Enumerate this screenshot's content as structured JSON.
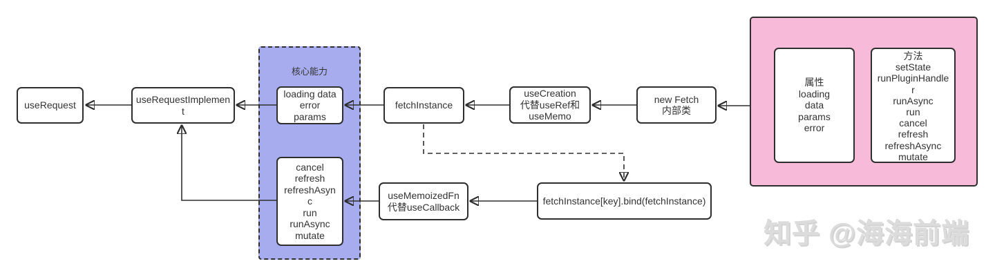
{
  "colors": {
    "purple_region": "#a6acee",
    "pink_region": "#f8bad9",
    "border": "#2e2e2e",
    "text": "#333333",
    "watermark": "#dcdcdc"
  },
  "regions": {
    "core_capability": {
      "label": "核心能力"
    }
  },
  "nodes": {
    "use_request": "useRequest",
    "use_request_implement": "useRequestImplemen\nt",
    "state_box": "loading data\nerror\nparams",
    "actions_box": "cancel\nrefresh\nrefreshAsyn\nc\nrun\nrunAsync\nmutate",
    "fetch_instance": "fetchInstance",
    "use_creation": "useCreation\n代替useRef和\nuseMemo",
    "new_fetch": "new Fetch\n内部类",
    "props_box": "属性\nloading\ndata\nparams\nerror",
    "methods_box": "方法\nsetState\nrunPluginHandle\nr\nrunAsync\nrun\ncancel\nrefresh\nrefreshAsync\nmutate",
    "use_memoized_fn": "useMemoizedFn\n代替useCallback",
    "bind_expression": "fetchInstance[key].bind(fetchInstance)"
  },
  "watermark": "知乎 @海海前端"
}
